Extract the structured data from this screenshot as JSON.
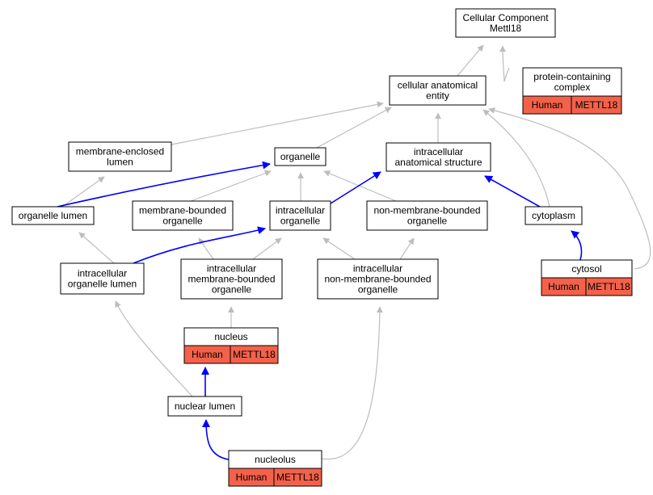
{
  "graph": {
    "colors": {
      "gray_edge": "#bdbdbd",
      "blue_edge": "#0000ff",
      "annotation_fill": "#f4614a",
      "node_fill": "#ffffff"
    },
    "nodes": {
      "cellular_component": {
        "lines": [
          "Cellular Component",
          "Mettl18"
        ]
      },
      "protein_containing_complex": {
        "lines": [
          "protein-containing",
          "complex"
        ],
        "annotation": [
          "Human",
          "METTL18"
        ]
      },
      "cellular_anatomical_entity": {
        "lines": [
          "cellular anatomical",
          "entity"
        ]
      },
      "membrane_enclosed_lumen": {
        "lines": [
          "membrane-enclosed",
          "lumen"
        ]
      },
      "organelle": {
        "lines": [
          "organelle"
        ]
      },
      "intracellular_anatomical_structure": {
        "lines": [
          "intracellular",
          "anatomical structure"
        ]
      },
      "organelle_lumen": {
        "lines": [
          "organelle lumen"
        ]
      },
      "membrane_bounded_organelle": {
        "lines": [
          "membrane-bounded",
          "organelle"
        ]
      },
      "intracellular_organelle": {
        "lines": [
          "intracellular",
          "organelle"
        ]
      },
      "non_membrane_bounded_organelle": {
        "lines": [
          "non-membrane-bounded",
          "organelle"
        ]
      },
      "cytoplasm": {
        "lines": [
          "cytoplasm"
        ]
      },
      "intracellular_organelle_lumen": {
        "lines": [
          "intracellular",
          "organelle lumen"
        ]
      },
      "intracellular_membrane_bounded_organelle": {
        "lines": [
          "intracellular",
          "membrane-bounded",
          "organelle"
        ]
      },
      "intracellular_non_membrane_bounded_organelle": {
        "lines": [
          "intracellular",
          "non-membrane-bounded",
          "organelle"
        ]
      },
      "cytosol": {
        "lines": [
          "cytosol"
        ],
        "annotation": [
          "Human",
          "METTL18"
        ]
      },
      "nucleus": {
        "lines": [
          "nucleus"
        ],
        "annotation": [
          "Human",
          "METTL18"
        ]
      },
      "nuclear_lumen": {
        "lines": [
          "nuclear lumen"
        ]
      },
      "nucleolus": {
        "lines": [
          "nucleolus"
        ],
        "annotation": [
          "Human",
          "METTL18"
        ]
      }
    }
  }
}
